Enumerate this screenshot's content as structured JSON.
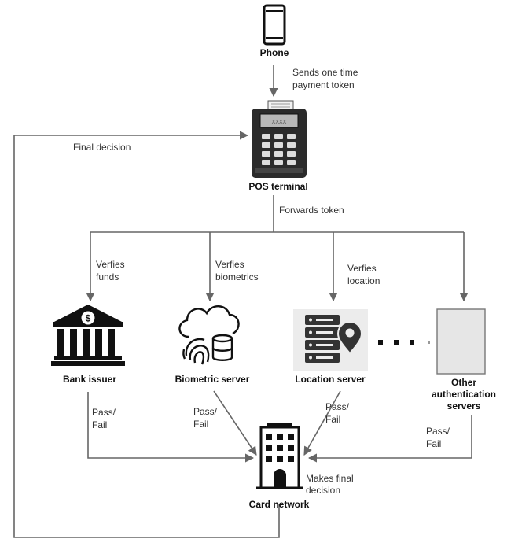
{
  "nodes": {
    "phone": "Phone",
    "pos_terminal": "POS terminal",
    "bank_issuer": "Bank issuer",
    "biometric_server": "Biometric server",
    "location_server": "Location server",
    "other_servers": [
      "Other",
      "authentication",
      "servers"
    ],
    "card_network": "Card network"
  },
  "edges": {
    "phone_to_pos": [
      "Sends one time",
      "payment token"
    ],
    "final_decision": "Final decision",
    "forwards_token": "Forwards token",
    "verifies_funds": [
      "Verfies",
      "funds"
    ],
    "verifies_biometrics": [
      "Verfies",
      "biometrics"
    ],
    "verifies_location": [
      "Verfies",
      "location"
    ],
    "pass_fail_bank": [
      "Pass/",
      "Fail"
    ],
    "pass_fail_biometric": [
      "Pass/",
      "Fail"
    ],
    "pass_fail_location": [
      "Pass/",
      "Fail"
    ],
    "pass_fail_other": [
      "Pass/",
      "Fail"
    ],
    "makes_final": [
      "Makes final",
      "decision"
    ]
  },
  "pos_screen_text": "XXXX",
  "colors": {
    "line": "#666666",
    "icon": "#111111",
    "placeholder_fill": "#e6e6e6"
  }
}
